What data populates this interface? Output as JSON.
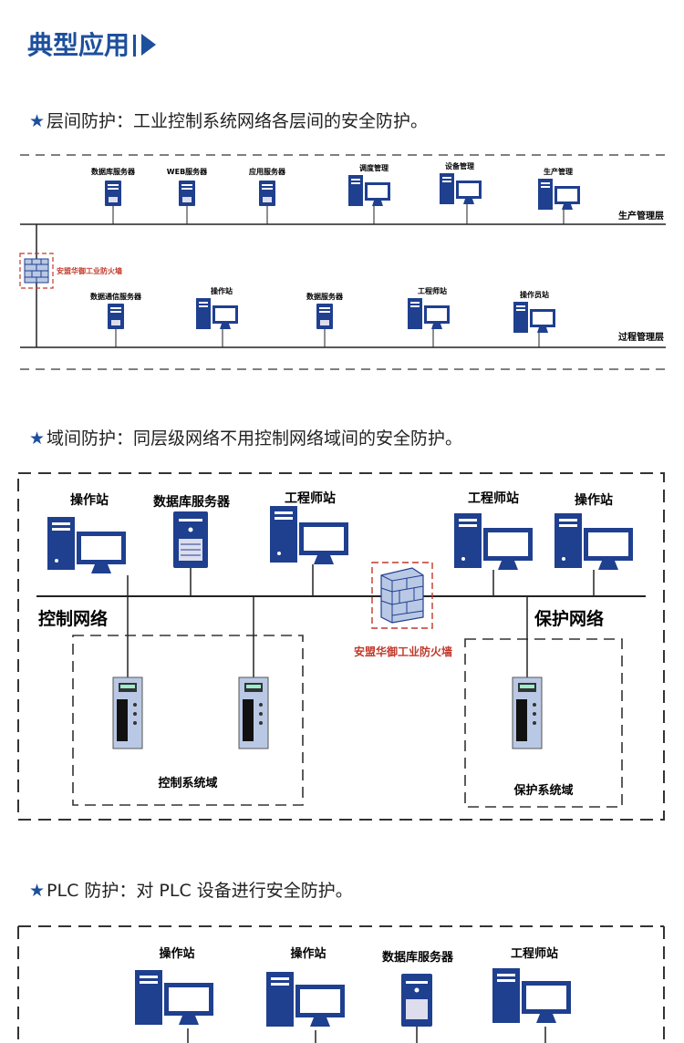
{
  "page": {
    "title": "典型应用"
  },
  "sections": [
    {
      "star": "★",
      "text": "层间防护：工业控制系统网络各层间的安全防护。"
    },
    {
      "star": "★",
      "text": "域间防护：同层级网络不用控制网络域间的安全防护。"
    },
    {
      "star": "★",
      "text": "PLC 防护：对 PLC 设备进行安全防护。"
    }
  ],
  "diagram1": {
    "top_labels": [
      "数据库服务器",
      "WEB服务器",
      "应用服务器",
      "调度管理",
      "设备管理",
      "生产管理"
    ],
    "top_layer": "生产管理层",
    "firewall": "安盟华御工业防火墙",
    "bottom_labels": [
      "数据通信服务器",
      "操作站",
      "数据服务器",
      "工程师站",
      "操作员站"
    ],
    "bottom_layer": "过程管理层"
  },
  "diagram2": {
    "top_labels": [
      "操作站",
      "数据库服务器",
      "工程师站",
      "工程师站",
      "操作站"
    ],
    "left_network": "控制网络",
    "right_network": "保护网络",
    "firewall": "安盟华御工业防火墙",
    "left_domain": "控制系统域",
    "right_domain": "保护系统域"
  },
  "diagram3": {
    "top_labels": [
      "操作站",
      "操作站",
      "数据库服务器",
      "工程师站"
    ]
  },
  "colors": {
    "accent": "#1d4f9c",
    "device": "#1f3f8f",
    "firewall_red": "#c0392b"
  }
}
